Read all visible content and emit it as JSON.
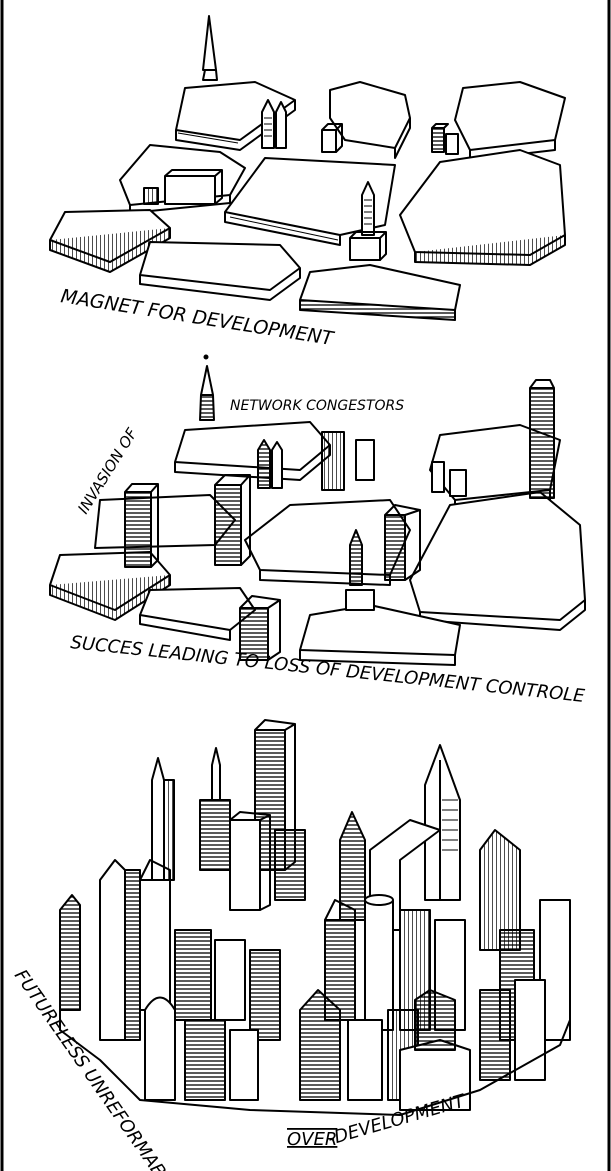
{
  "panels": [
    {
      "caption": "MAGNET FOR DEVELOPMENT"
    },
    {
      "caption": "SUCCES LEADING TO LOSS OF DEVELOPMENT CONTROLE",
      "annotation": {
        "part1": "INVASION OF",
        "part2": "NETWORK CONGESTORS"
      }
    },
    {
      "caption": {
        "prefix": "FUTURELESS UNREFORMABLE",
        "emphasis": "OVER",
        "suffix": "-DEVELOPMENT"
      }
    }
  ],
  "colors": {
    "ink": "#000000",
    "paper": "#ffffff"
  }
}
